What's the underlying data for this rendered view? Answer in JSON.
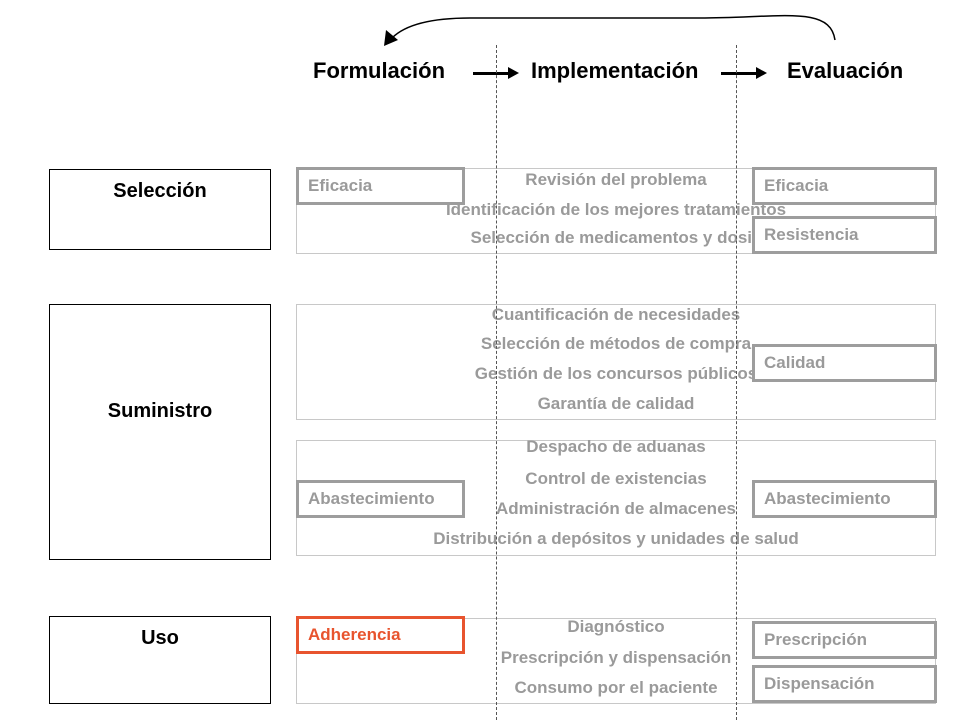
{
  "stages": {
    "formulation": "Formulación",
    "implementation": "Implementación",
    "evaluation": "Evaluación"
  },
  "phases": {
    "selection": "Selección",
    "supply": "Suministro",
    "use": "Uso"
  },
  "activities": {
    "selection": [
      "Revisión del problema",
      "Identificación de los mejores tratamientos",
      "Selección de medicamentos y dosis"
    ],
    "procurement": [
      "Cuantificación de necesidades",
      "Selección de métodos de compra",
      "Gestión de los concursos públicos",
      "Garantía de calidad"
    ],
    "distribution": [
      "Despacho de aduanas",
      "Control de existencias",
      "Administración de almacenes",
      "Distribución a depósitos y unidades de salud"
    ],
    "use": [
      "Diagnóstico",
      "Prescripción y dispensación",
      "Consumo por el paciente"
    ]
  },
  "tags": {
    "selection_left": "Eficacia",
    "selection_right_1": "Eficacia",
    "selection_right_2": "Resistencia",
    "procurement_right": "Calidad",
    "distribution_left": "Abastecimiento",
    "distribution_right": "Abastecimiento",
    "use_left": "Adherencia",
    "use_right_1": "Prescripción",
    "use_right_2": "Dispensación"
  },
  "colors": {
    "highlight": "#e8542e",
    "muted": "#9a9a9a"
  }
}
